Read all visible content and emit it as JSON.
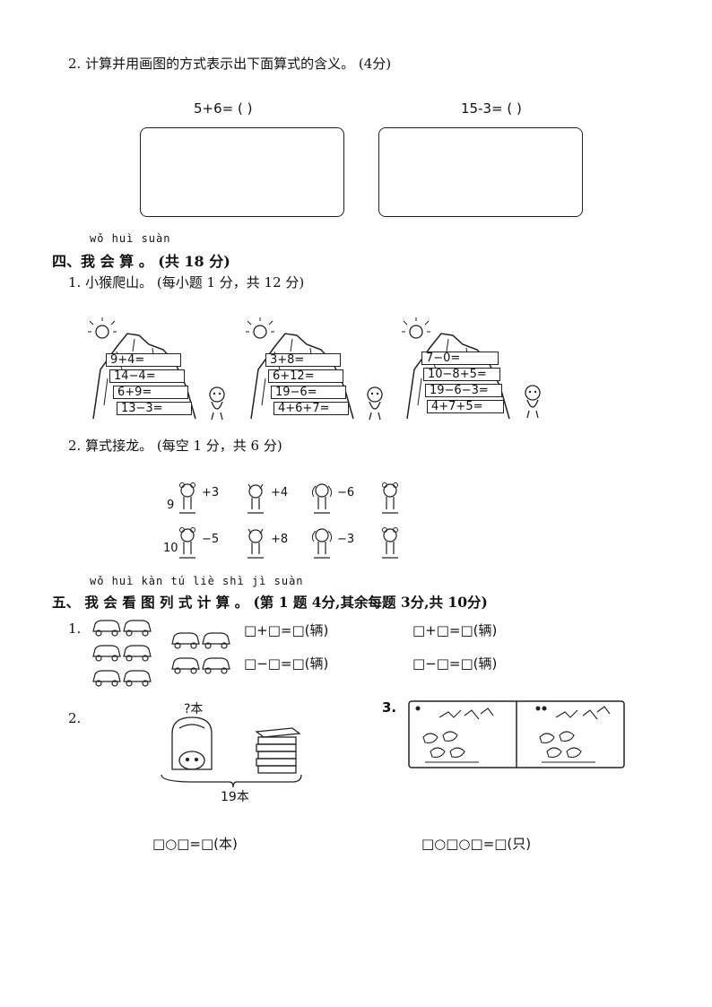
{
  "q2": {
    "title": "2.  计算并用画图的方式表示出下面算式的含义。 (4分)",
    "eq_left": "5+6= (     )",
    "eq_right": "15-3= (     )"
  },
  "sec4": {
    "pinyin": "wǒ huì suàn",
    "title": "四、我 会 算 。 (共 18 分)",
    "q1_title": "1.  小猴爬山。 (每小题 1 分，共 12 分)",
    "mountains": [
      [
        "9+4=",
        "14−4=",
        "6+9=",
        "13−3="
      ],
      [
        "3+8=",
        "6+12=",
        "19−6=",
        "4+6+7="
      ],
      [
        "7−0=",
        "10−8+5=",
        "19−6−3=",
        "4+7+5="
      ]
    ],
    "q2_title": "2.  算式接龙。 (每空 1 分，共 6 分)",
    "chain1": {
      "start": "9",
      "ops": [
        "+3",
        "+4",
        "−6"
      ]
    },
    "chain2": {
      "start": "10",
      "ops": [
        "−5",
        "+8",
        "−3"
      ]
    }
  },
  "sec5": {
    "pinyin": "wǒ huì kàn tú liè shì jì suàn",
    "title": "五、 我 会 看 图 列 式 计 算 。 (第 1 题 4分,其余每题 3分,共 10分)",
    "q1_num": "1.",
    "cars_eq": [
      "□+□=□(辆)",
      "□+□=□(辆)",
      "□−□=□(辆)",
      "□−□=□(辆)"
    ],
    "q2_num": "2.",
    "q2_unknown": "?本",
    "q2_total": "19本",
    "q2_eq": "□○□=□(本)",
    "q3_num": "3.",
    "q3_eq": "□○□○□=□(只)"
  }
}
